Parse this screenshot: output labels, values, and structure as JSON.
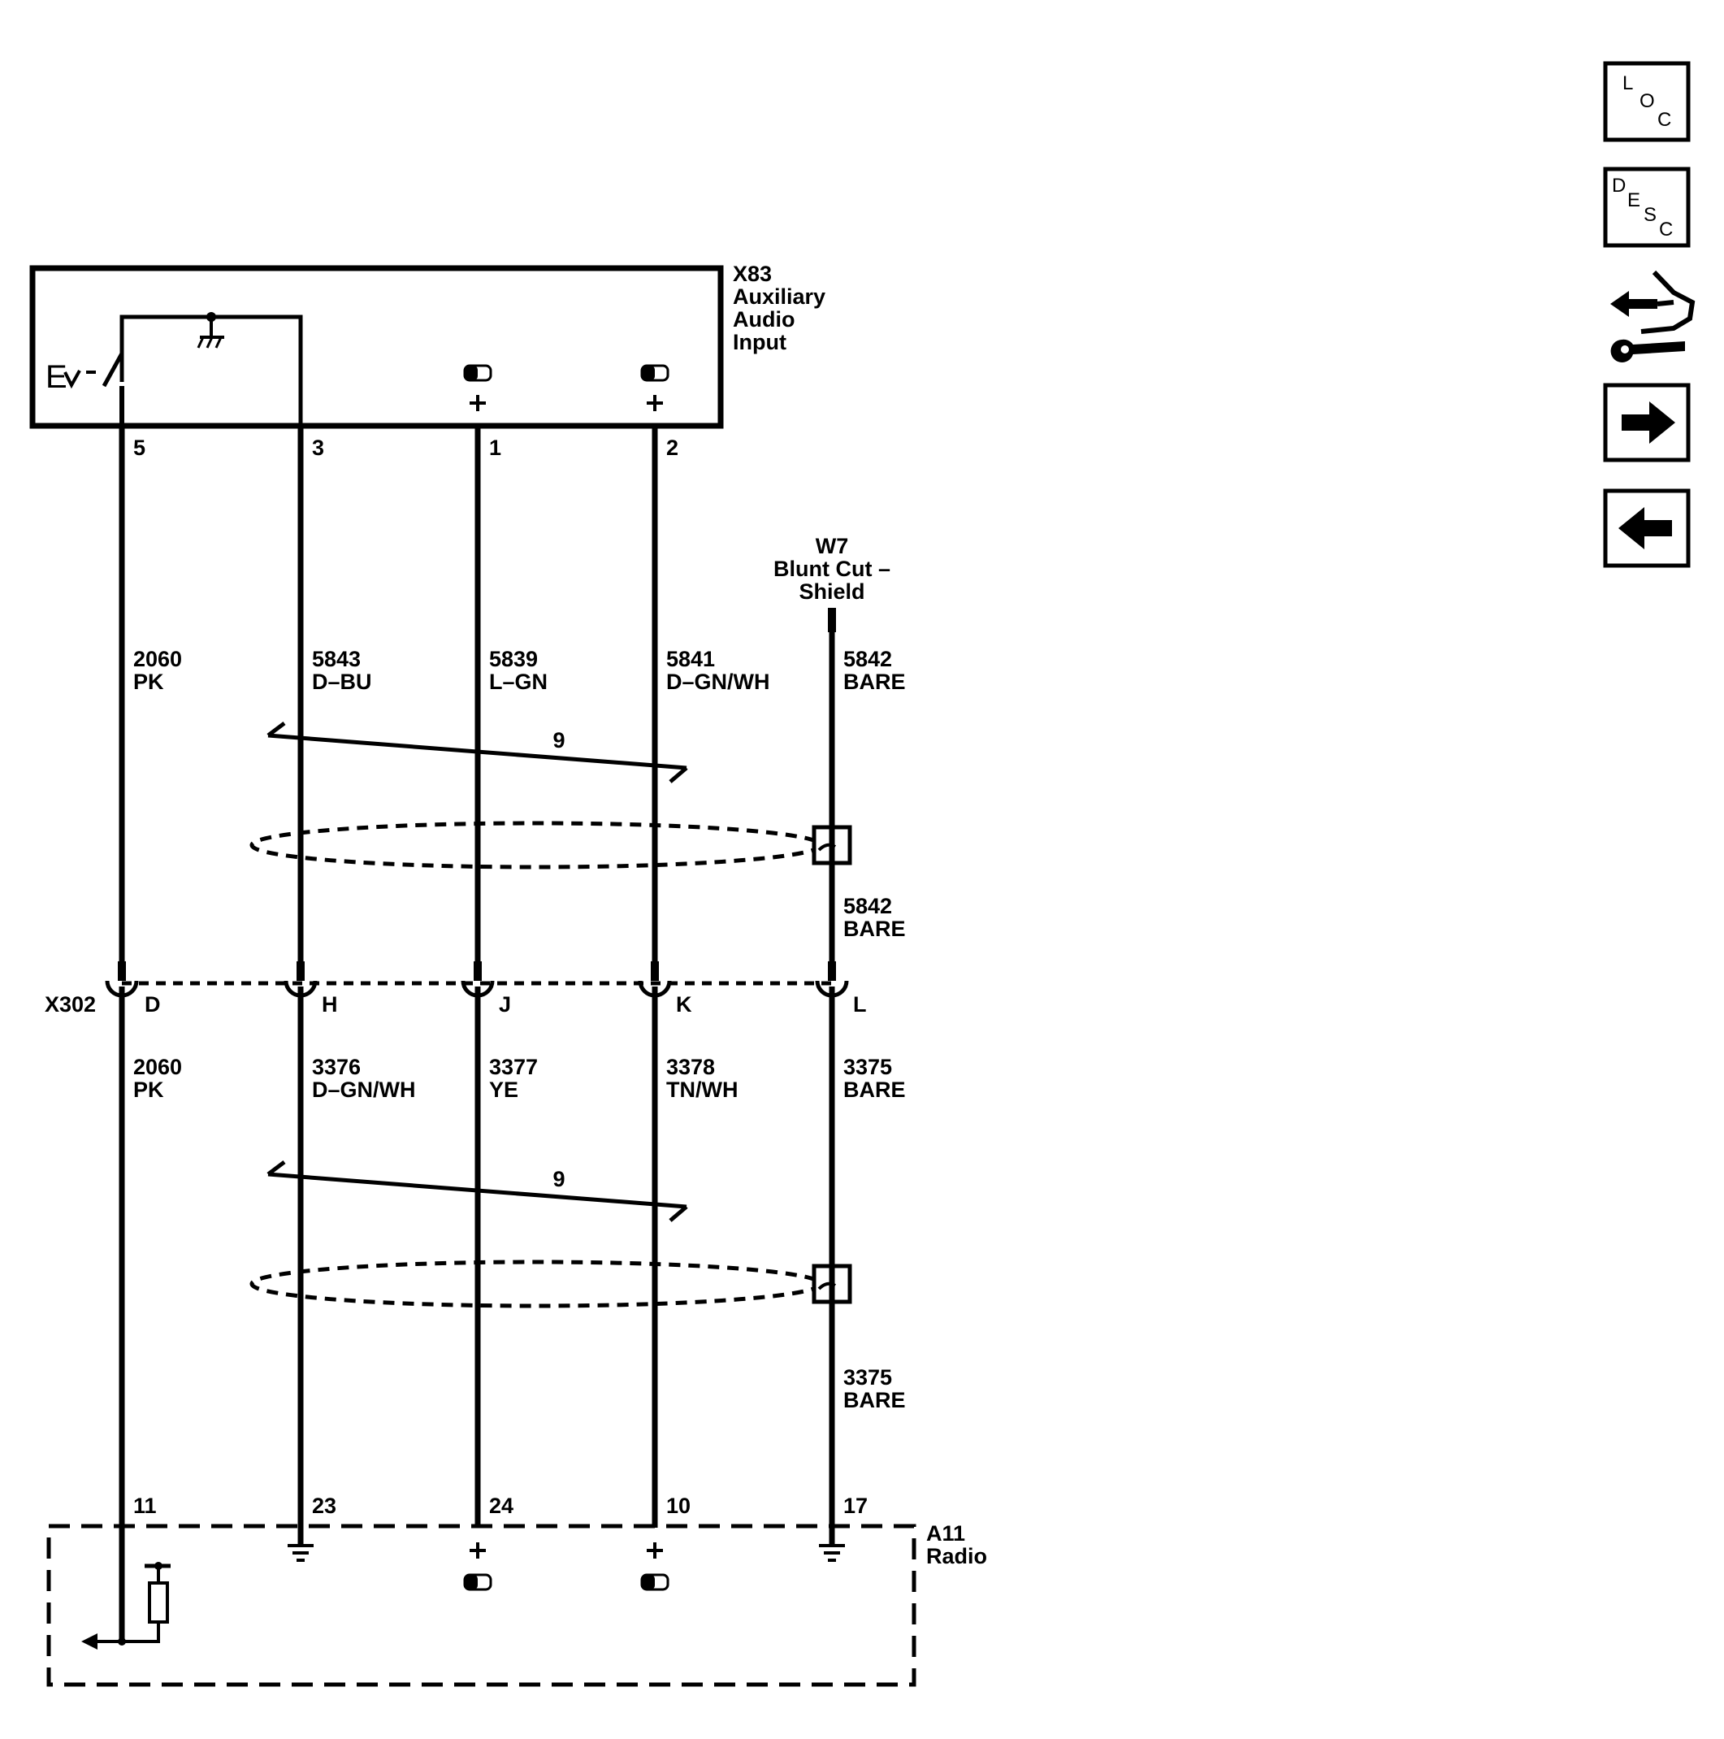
{
  "modules": {
    "x83": {
      "id": "X83",
      "lines": [
        "Auxiliary",
        "Audio",
        "Input"
      ]
    },
    "a11": {
      "id": "A11",
      "lines": [
        "Radio"
      ]
    },
    "w7": {
      "id": "W7",
      "lines": [
        "Blunt Cut –",
        "Shield"
      ]
    },
    "x302": {
      "id": "X302"
    }
  },
  "x83_pins": [
    "5",
    "3",
    "1",
    "2"
  ],
  "a11_pins": [
    "11",
    "23",
    "24",
    "10",
    "17"
  ],
  "x302_pins": [
    "D",
    "H",
    "J",
    "K",
    "L"
  ],
  "upper_wires": [
    {
      "circuit": "2060",
      "color": "PK"
    },
    {
      "circuit": "5843",
      "color": "D–BU"
    },
    {
      "circuit": "5839",
      "color": "L–GN"
    },
    {
      "circuit": "5841",
      "color": "D–GN/WH"
    },
    {
      "circuit": "5842",
      "color": "BARE"
    }
  ],
  "upper_drain": {
    "circuit": "5842",
    "color": "BARE"
  },
  "lower_wires": [
    {
      "circuit": "2060",
      "color": "PK"
    },
    {
      "circuit": "3376",
      "color": "D–GN/WH"
    },
    {
      "circuit": "3377",
      "color": "YE"
    },
    {
      "circuit": "3378",
      "color": "TN/WH"
    },
    {
      "circuit": "3375",
      "color": "BARE"
    }
  ],
  "lower_drain": {
    "circuit": "3375",
    "color": "BARE"
  },
  "twist_upper": "9",
  "twist_lower": "9",
  "nav": {
    "loc": [
      "L",
      "O",
      "C"
    ],
    "desc": [
      "D",
      "E",
      "S",
      "C"
    ]
  },
  "colors": {
    "ink": "#000000",
    "background": "#ffffff"
  }
}
